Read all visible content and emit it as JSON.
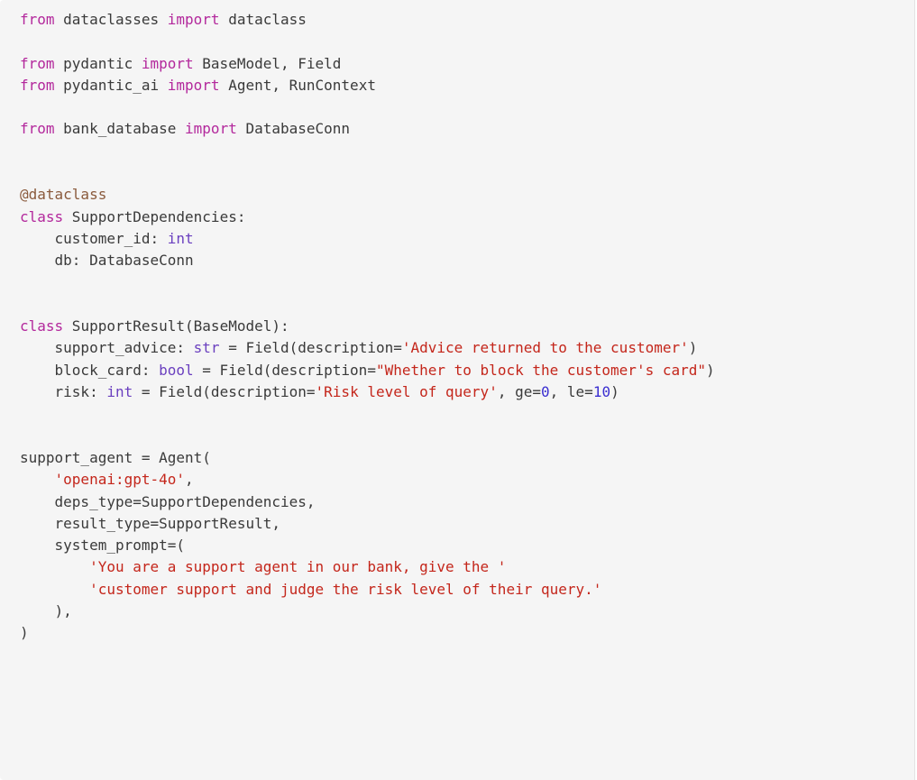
{
  "lines": [
    [
      [
        "kw",
        "from"
      ],
      [
        "plain",
        " dataclasses "
      ],
      [
        "kw",
        "import"
      ],
      [
        "plain",
        " dataclass"
      ]
    ],
    [],
    [
      [
        "kw",
        "from"
      ],
      [
        "plain",
        " pydantic "
      ],
      [
        "kw",
        "import"
      ],
      [
        "plain",
        " BaseModel, Field"
      ]
    ],
    [
      [
        "kw",
        "from"
      ],
      [
        "plain",
        " pydantic_ai "
      ],
      [
        "kw",
        "import"
      ],
      [
        "plain",
        " Agent, RunContext"
      ]
    ],
    [],
    [
      [
        "kw",
        "from"
      ],
      [
        "plain",
        " bank_database "
      ],
      [
        "kw",
        "import"
      ],
      [
        "plain",
        " DatabaseConn"
      ]
    ],
    [],
    [],
    [
      [
        "deco",
        "@dataclass"
      ]
    ],
    [
      [
        "kw",
        "class"
      ],
      [
        "plain",
        " SupportDependencies:"
      ]
    ],
    [
      [
        "plain",
        "    customer_id: "
      ],
      [
        "type",
        "int"
      ]
    ],
    [
      [
        "plain",
        "    db: DatabaseConn"
      ]
    ],
    [],
    [],
    [
      [
        "kw",
        "class"
      ],
      [
        "plain",
        " SupportResult(BaseModel):"
      ]
    ],
    [
      [
        "plain",
        "    support_advice: "
      ],
      [
        "type",
        "str"
      ],
      [
        "plain",
        " = Field(description="
      ],
      [
        "str",
        "'Advice returned to the customer'"
      ],
      [
        "plain",
        ")"
      ]
    ],
    [
      [
        "plain",
        "    block_card: "
      ],
      [
        "type",
        "bool"
      ],
      [
        "plain",
        " = Field(description="
      ],
      [
        "str",
        "\"Whether to block the customer's card\""
      ],
      [
        "plain",
        ")"
      ]
    ],
    [
      [
        "plain",
        "    risk: "
      ],
      [
        "type",
        "int"
      ],
      [
        "plain",
        " = Field(description="
      ],
      [
        "str",
        "'Risk level of query'"
      ],
      [
        "plain",
        ", ge="
      ],
      [
        "num",
        "0"
      ],
      [
        "plain",
        ", le="
      ],
      [
        "num",
        "10"
      ],
      [
        "plain",
        ")"
      ]
    ],
    [],
    [],
    [
      [
        "plain",
        "support_agent = Agent("
      ]
    ],
    [
      [
        "plain",
        "    "
      ],
      [
        "str",
        "'openai:gpt-4o'"
      ],
      [
        "plain",
        ","
      ]
    ],
    [
      [
        "plain",
        "    deps_type=SupportDependencies,"
      ]
    ],
    [
      [
        "plain",
        "    result_type=SupportResult,"
      ]
    ],
    [
      [
        "plain",
        "    system_prompt=("
      ]
    ],
    [
      [
        "plain",
        "        "
      ],
      [
        "str",
        "'You are a support agent in our bank, give the '"
      ]
    ],
    [
      [
        "plain",
        "        "
      ],
      [
        "str",
        "'customer support and judge the risk level of their query.'"
      ]
    ],
    [
      [
        "plain",
        "    ),"
      ]
    ],
    [
      [
        "plain",
        ")"
      ]
    ]
  ]
}
